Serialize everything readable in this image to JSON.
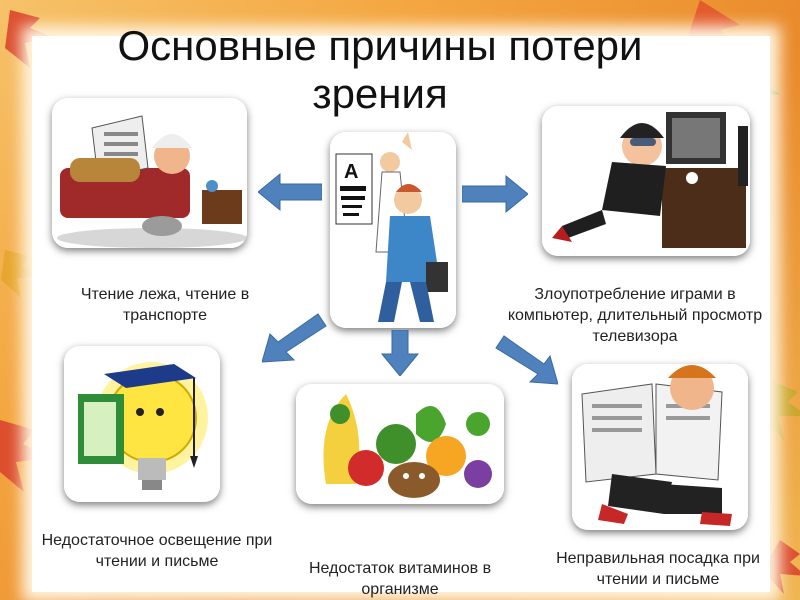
{
  "slide": {
    "title": "Основные причины потери зрения",
    "eye_chart_letters": "A"
  },
  "causes": {
    "reading": "Чтение лежа, чтение в транспорте",
    "computer": "Злоупотребление играми в компьютер, длительный просмотр телевизора",
    "lighting": "Недостаточное освещение при чтении и письме",
    "vitamins": "Недостаток витаминов в организме",
    "posture": "Неправильная посадка при чтении и письме"
  },
  "colors": {
    "arrow": "#4f81bd",
    "frame": "#f0a540"
  }
}
